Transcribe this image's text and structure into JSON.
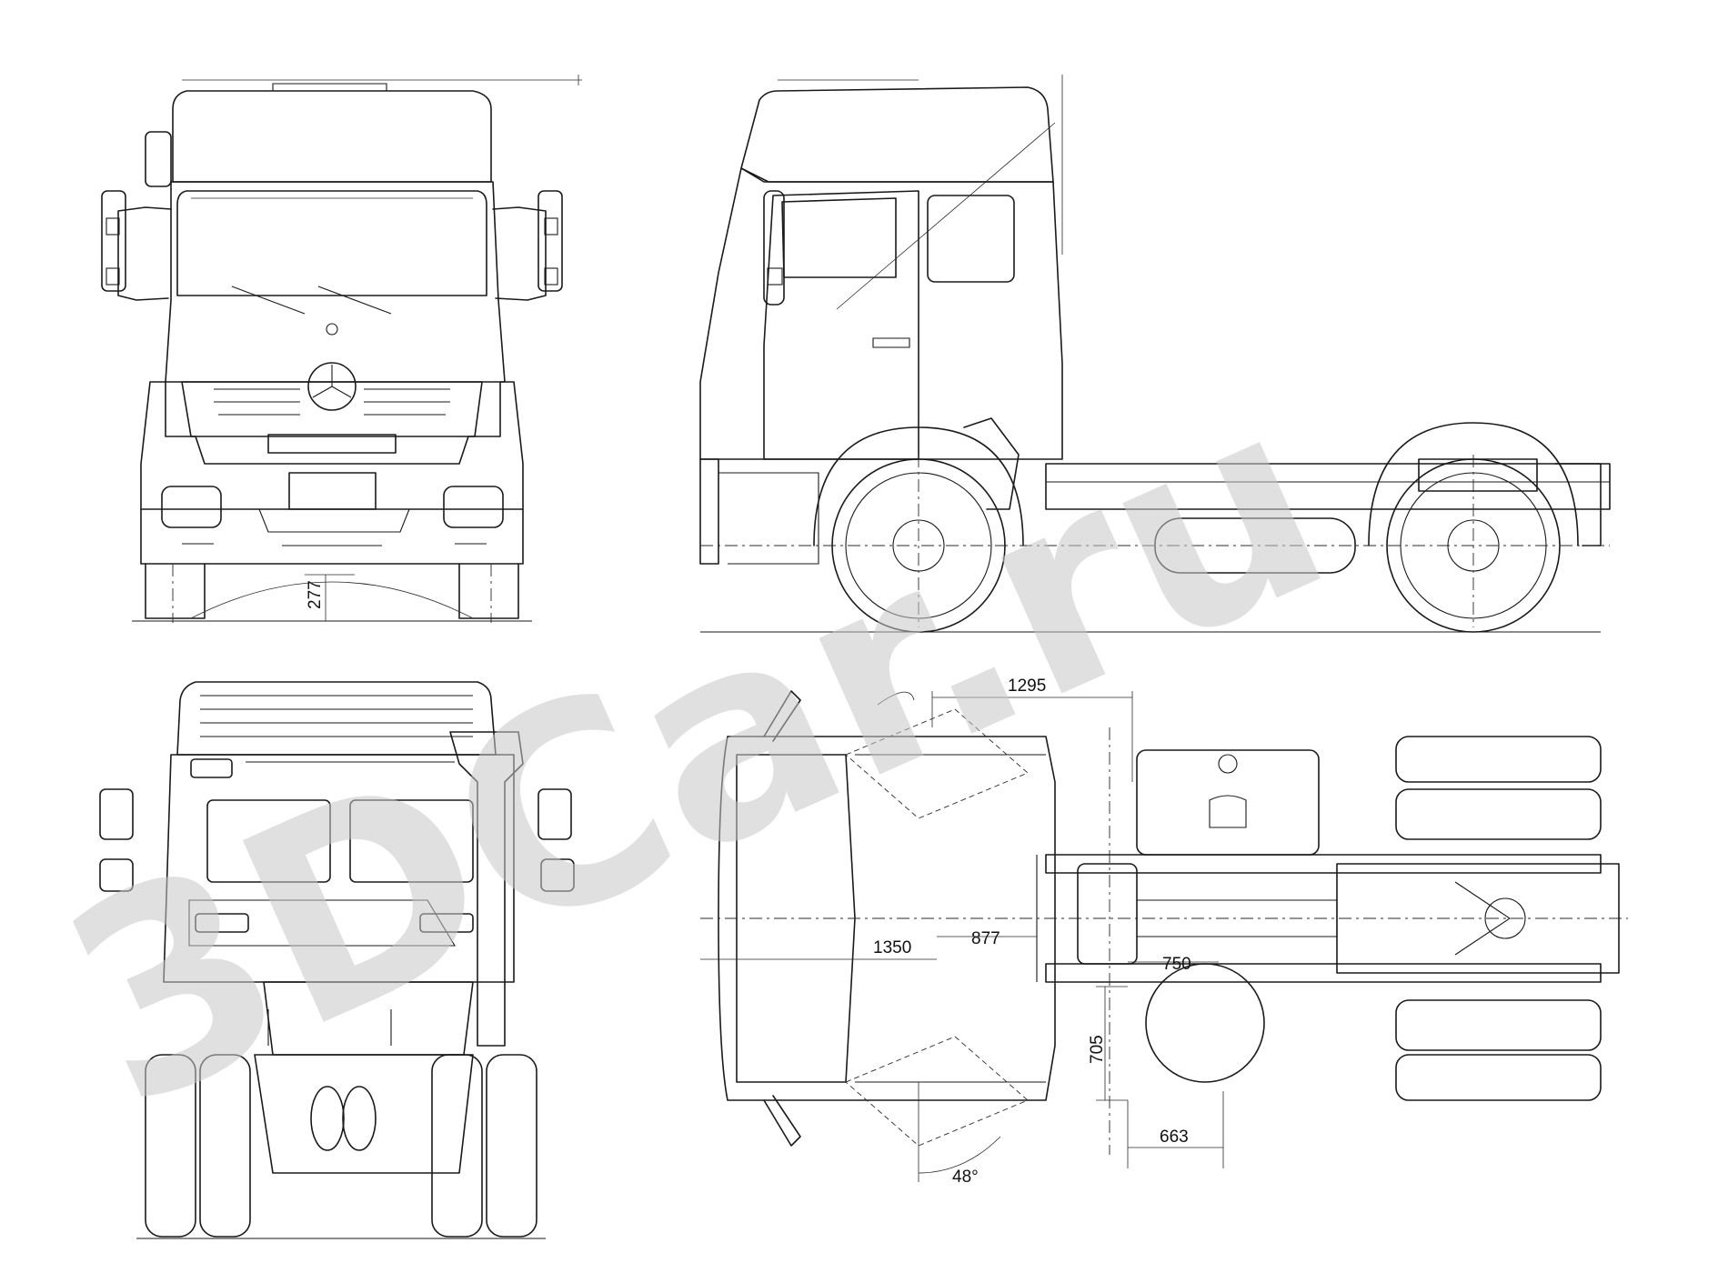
{
  "watermark": {
    "text": "3DCar.ru",
    "color": "#c8c8c8"
  },
  "line_color": "#1a1a1a",
  "views": {
    "front": {
      "dimensions": {
        "ground_clearance": "277"
      }
    },
    "side": {},
    "rear": {},
    "plan": {
      "dimensions": {
        "top_width": "1295",
        "cab_offset": "1350",
        "center_offset": "877",
        "tank_offset": "750",
        "vertical_offset": "705",
        "rear_offset": "663",
        "tilt_angle": "48°"
      }
    }
  }
}
